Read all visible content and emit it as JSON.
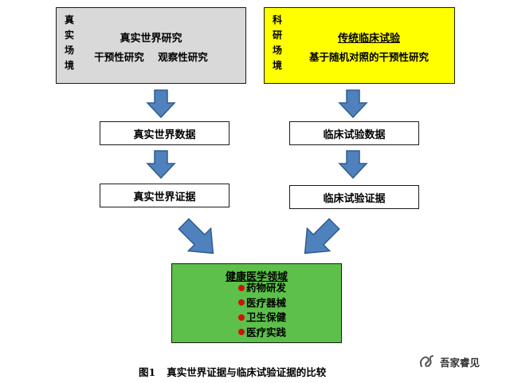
{
  "real_world_box": {
    "side_label": [
      "真",
      "实",
      "场",
      "境"
    ],
    "title": "真实世界研究",
    "subtitle": "干预性研究    观察性研究"
  },
  "scientific_box": {
    "side_label": [
      "科",
      "研",
      "场",
      "境"
    ],
    "title": "传统临床试验",
    "subtitle": "基于随机对照的干预性研究"
  },
  "left_flow": {
    "data_box": "真实世界数据",
    "evidence_box": "真实世界证据"
  },
  "right_flow": {
    "data_box": "临床试验数据",
    "evidence_box": "临床试验证据"
  },
  "health_box": {
    "title": "健康医学领域",
    "items": [
      "药物研发",
      "医疗器械",
      "卫生保健",
      "医疗实践"
    ]
  },
  "caption": {
    "figure_number": "图1",
    "text": "真实世界证据与临床试验证据的比较"
  },
  "watermark": {
    "text": "吾家睿见",
    "icon": "wechat-channel-icon"
  },
  "colors": {
    "gray_box": "#d9d9d9",
    "yellow_box": "#ffff00",
    "green_box": "#5cc04a",
    "arrow_fill": "#4f81bd",
    "bullet": "#d01010"
  }
}
